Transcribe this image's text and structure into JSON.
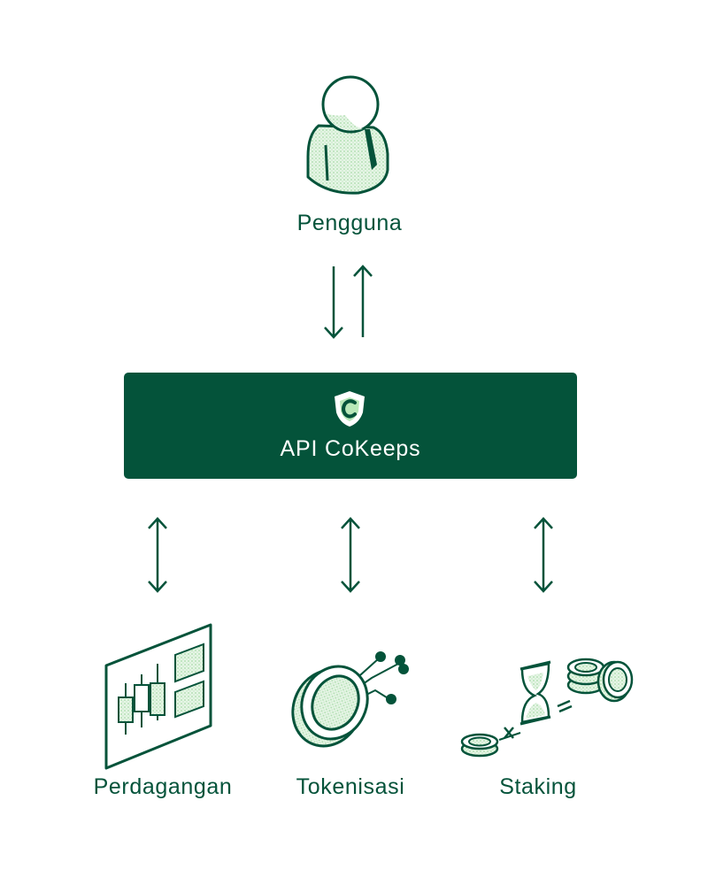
{
  "user": {
    "label": "Pengguna",
    "icon": "user-icon"
  },
  "api": {
    "label": "API CoKeeps",
    "icon": "shield-logo-icon"
  },
  "services": [
    {
      "label": "Perdagangan",
      "icon": "trading-chart-icon"
    },
    {
      "label": "Tokenisasi",
      "icon": "token-coin-icon"
    },
    {
      "label": "Staking",
      "icon": "hourglass-coins-icon"
    }
  ],
  "colors": {
    "primary": "#04533a",
    "accent": "#c9ebc9",
    "background": "#ffffff"
  }
}
